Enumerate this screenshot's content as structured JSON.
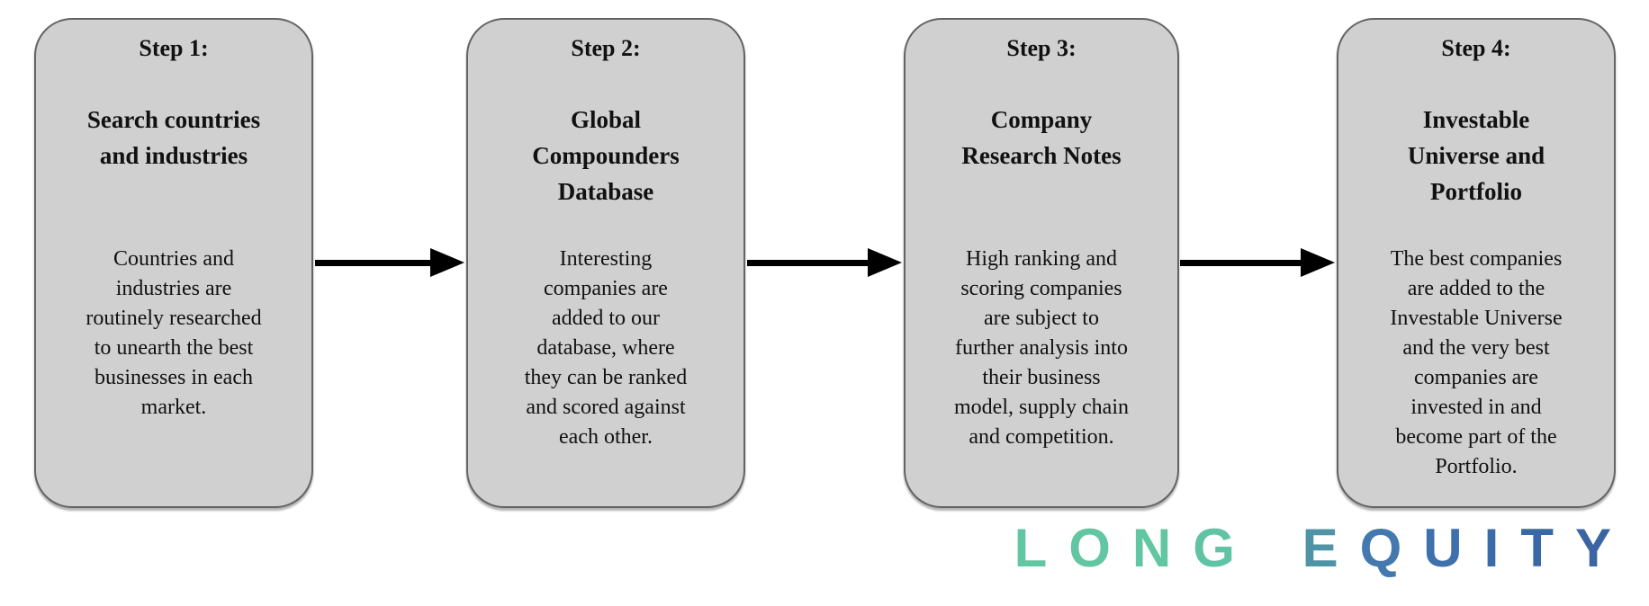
{
  "diagram": {
    "steps": [
      {
        "label": "Step 1:",
        "title": "Search countries\nand industries",
        "body": "Countries and\nindustries are\nroutinely researched\nto unearth the best\nbusinesses in each\nmarket."
      },
      {
        "label": "Step 2:",
        "title": "Global\nCompounders\nDatabase",
        "body": "Interesting\ncompanies are\nadded to our\ndatabase, where\nthey can be ranked\nand scored against\neach other."
      },
      {
        "label": "Step 3:",
        "title": "Company\nResearch Notes",
        "body": "High ranking and\nscoring companies\nare subject to\nfurther analysis into\ntheir business\nmodel, supply chain\nand competition."
      },
      {
        "label": "Step 4:",
        "title": "Investable\nUniverse and\nPortfolio",
        "body": "The best companies\nare added to the\nInvestable Universe\nand the very best\ncompanies are\ninvested in and\nbecome part of the\nPortfolio."
      }
    ],
    "colors": {
      "box_fill": "#d0d0d0",
      "box_border": "#646464",
      "arrow": "#000000",
      "text": "#111111"
    }
  },
  "logo": {
    "text": "LONG EQUITY",
    "letters": [
      {
        "char": "L",
        "color": "#63c6a2"
      },
      {
        "char": "O",
        "color": "#63c6a2"
      },
      {
        "char": "N",
        "color": "#63c6a2"
      },
      {
        "char": "G",
        "color": "#60c3a3"
      },
      {
        "char": " ",
        "color": ""
      },
      {
        "char": "E",
        "color": "#4f93a7"
      },
      {
        "char": "Q",
        "color": "#4379ae"
      },
      {
        "char": "U",
        "color": "#3d70ad"
      },
      {
        "char": "I",
        "color": "#3a6caa"
      },
      {
        "char": "T",
        "color": "#3968a7"
      },
      {
        "char": "Y",
        "color": "#3a64a2"
      }
    ]
  }
}
